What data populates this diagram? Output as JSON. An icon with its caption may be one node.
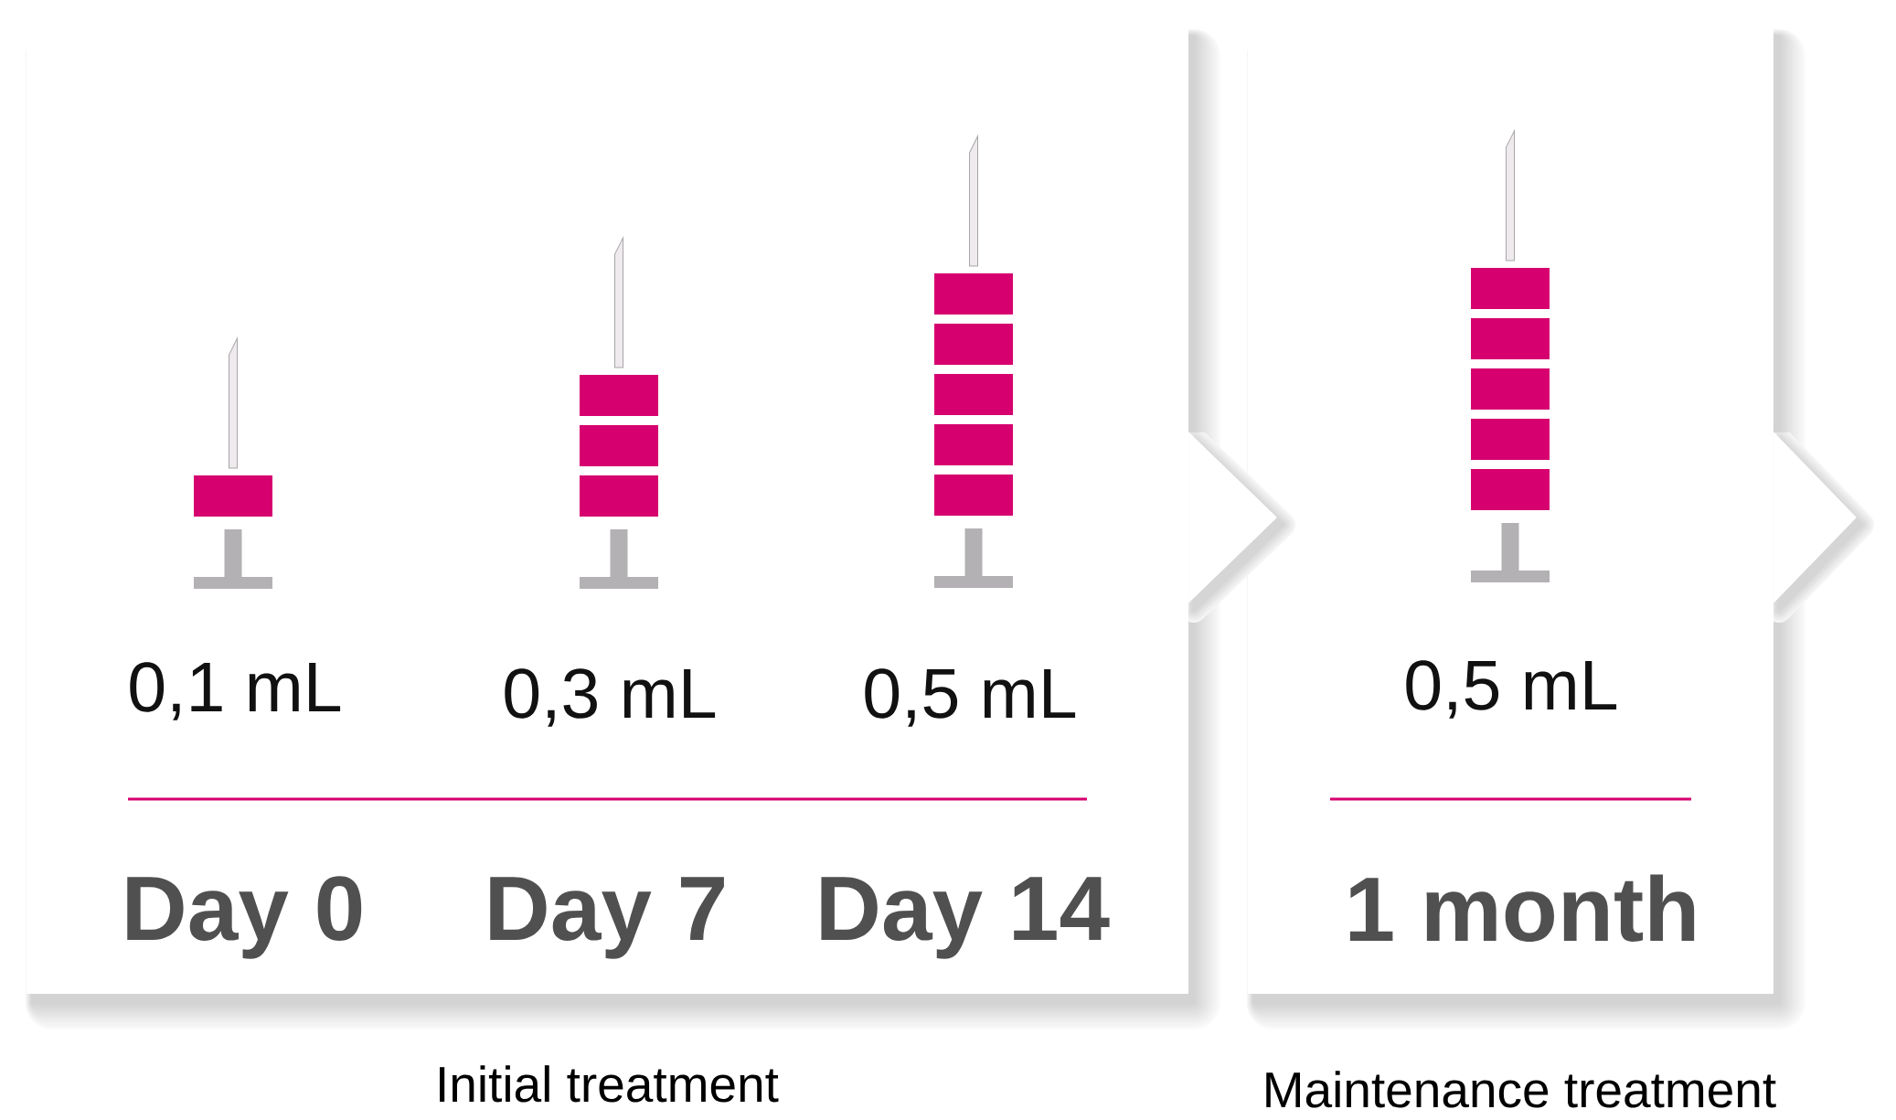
{
  "diagram": {
    "nodes": [
      {
        "text": [
          "0,1 mL",
          "0,3 mL",
          "0,5 mL",
          "Day 0",
          "Day 7",
          "Day 14"
        ],
        "beside": [
          "Initial treatment"
        ]
      },
      {
        "text": [
          "0,5 mL",
          "1 month"
        ],
        "beside": [
          "Maintenance treatment"
        ]
      }
    ],
    "edges": [
      {
        "from": 0,
        "to": 1,
        "arrow": "to"
      },
      {
        "from": 1,
        "to": null,
        "arrow": "to"
      }
    ]
  }
}
